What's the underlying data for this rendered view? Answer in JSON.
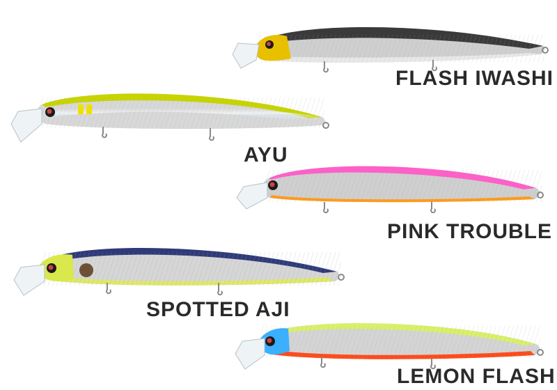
{
  "lures": [
    {
      "name": "FLASH IWASHI",
      "colors": {
        "back": "#3a3a3a",
        "belly": "#e8e8e8",
        "head": "#e8c000",
        "accent": "#9ad0ff"
      }
    },
    {
      "name": "AYU",
      "colors": {
        "back": "#c8d400",
        "belly": "#f2f2f2",
        "head": "#c8d400",
        "accent": "#f0e000"
      }
    },
    {
      "name": "PINK TROUBLE",
      "colors": {
        "back": "#ff5fc8",
        "belly": "#ff9b1a",
        "head": "#e6e6e6",
        "accent": "#ff5fc8"
      }
    },
    {
      "name": "SPOTTED AJI",
      "colors": {
        "back": "#2f3a78",
        "belly": "#dfe86a",
        "head": "#d9e84a",
        "accent": "#5a3a1a"
      }
    },
    {
      "name": "LEMON FLASH",
      "colors": {
        "back": "#d8f06a",
        "belly": "#ff4a1a",
        "head": "#3ab0ff",
        "accent": "#d8f06a"
      }
    }
  ]
}
